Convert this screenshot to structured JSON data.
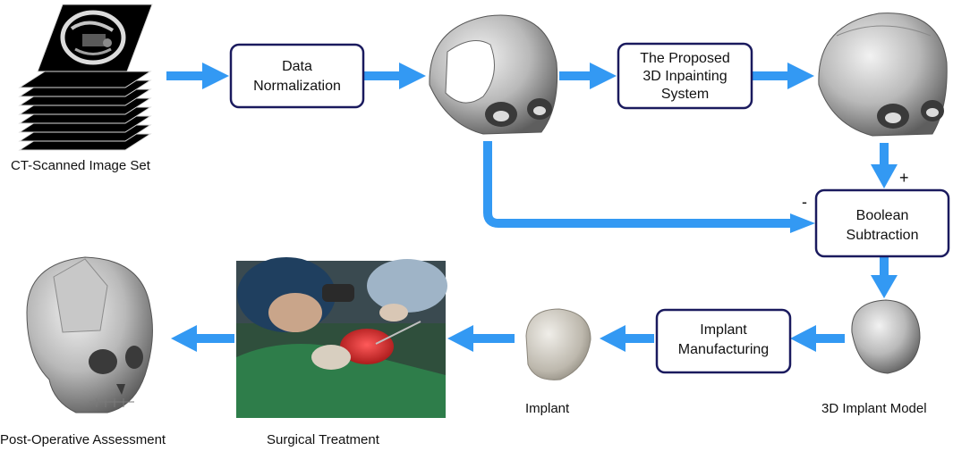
{
  "labels": {
    "ct_scans": "CT-Scanned Image Set",
    "implant": "Implant",
    "implant_model": "3D Implant Model",
    "surgical": "Surgical Treatment",
    "post_op": "Post-Operative Assessment"
  },
  "boxes": {
    "normalization": [
      "Data",
      "Normalization"
    ],
    "inpainting": [
      "The Proposed",
      "3D Inpainting",
      "System"
    ],
    "boolean": [
      "Boolean",
      "Subtraction"
    ],
    "manufacturing": [
      "Implant",
      "Manufacturing"
    ]
  },
  "signs": {
    "plus": "+",
    "minus": "-"
  },
  "colors": {
    "arrow": "#3399f3",
    "box_border": "#1a1a5e",
    "bone": "#b8b8b8",
    "surgery_green": "#2e6b3a"
  }
}
